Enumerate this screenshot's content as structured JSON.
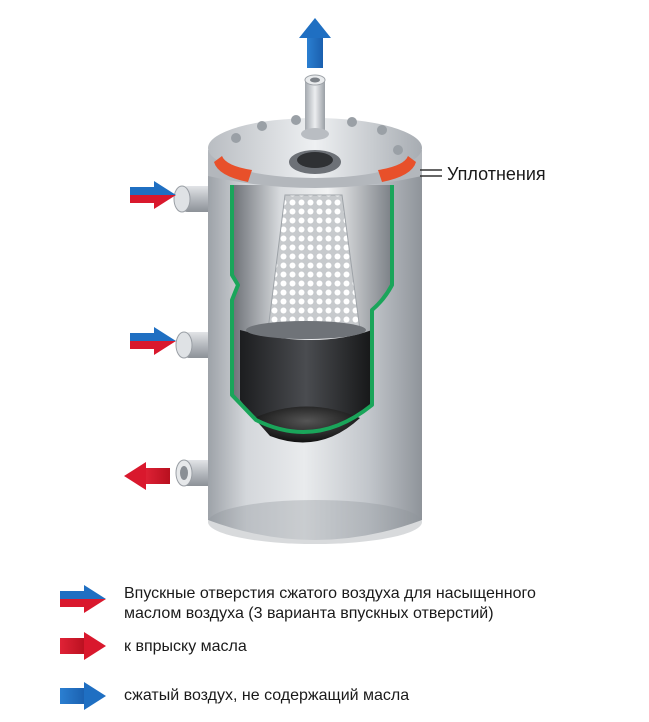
{
  "labels": {
    "seals": "Уплотнения"
  },
  "legend": [
    {
      "kind": "blue-red-arrow",
      "text_line1": "Впускные отверстия сжатого воздуха для насыщенного",
      "text_line2": "маслом воздуха (3 варианта впускных отверстий)"
    },
    {
      "kind": "red-arrow",
      "text_line1": "к впрыску масла"
    },
    {
      "kind": "blue-arrow",
      "text_line1": "сжатый воздух, не содержащий масла"
    }
  ],
  "colors": {
    "blue": "#1f6fc2",
    "red": "#d9182d",
    "seal": "#e8502a",
    "filter_outline": "#1aa55a",
    "steel": "#c9ccd0"
  },
  "icons": {
    "outlet_top": "arrow-up-blue",
    "inlet_top": "arrow-right-blue-red",
    "inlet_mid": "arrow-right-blue-red",
    "oil_outlet": "arrow-left-red"
  }
}
